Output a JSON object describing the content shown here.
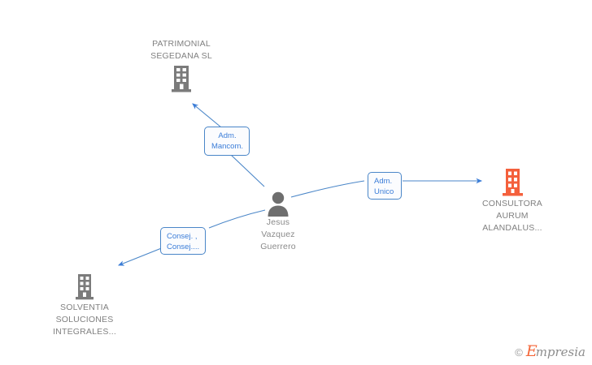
{
  "graph": {
    "nodes": [
      {
        "id": "patrimonial",
        "label": "PATRIMONIAL\nSEGEDANA  SL",
        "icon": "building-icon",
        "color": "#7b7b7b",
        "type": "company",
        "label_position": "above"
      },
      {
        "id": "person",
        "label": "Jesus\nVazquez\nGuerrero",
        "icon": "person-icon",
        "color": "#6e6e6e",
        "type": "person",
        "label_position": "below"
      },
      {
        "id": "consultora",
        "label": "CONSULTORA\nAURUM\nALANDALUS...",
        "icon": "building-icon",
        "color": "#f4603c",
        "type": "company",
        "label_position": "below"
      },
      {
        "id": "solventia",
        "label": "SOLVENTIA\nSOLUCIONES\nINTEGRALES...",
        "icon": "building-icon",
        "color": "#7b7b7b",
        "type": "company",
        "label_position": "below"
      }
    ],
    "edges": [
      {
        "id": "edge-adm-mancom",
        "from": "person",
        "to": "patrimonial",
        "label": "Adm.\nMancom.",
        "color": "#3b7dd8"
      },
      {
        "id": "edge-adm-unico",
        "from": "person",
        "to": "consultora",
        "label": "Adm.\nUnico",
        "color": "#3b7dd8"
      },
      {
        "id": "edge-consej",
        "from": "person",
        "to": "solventia",
        "label": "Consej. ,\nConsej....",
        "color": "#3b7dd8"
      }
    ]
  },
  "watermark": {
    "copyright": "©",
    "brand_initial": "E",
    "brand_rest": "mpresia"
  }
}
